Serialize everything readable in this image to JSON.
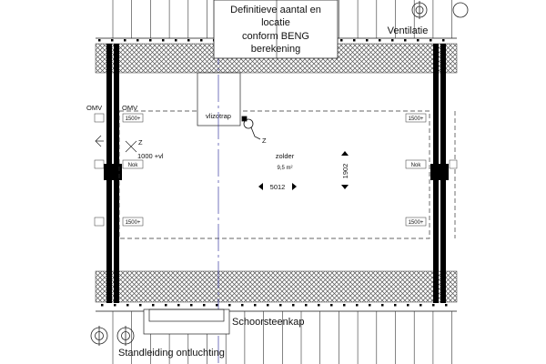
{
  "note": {
    "lines": [
      "Definitieve aantal en",
      "locatie",
      "conform BENG",
      "berekening"
    ]
  },
  "labels": {
    "ventilatie": "Ventilatie",
    "omv_left": "OMV",
    "omv_right": "OMV",
    "vlizotrap": "vlizotrap",
    "z_marker": "Z",
    "z_left": "Z",
    "height_note": "1000 +vl",
    "room_name": "zolder",
    "room_area": "9,5 m²",
    "dim_vertical": "1902",
    "dim_horizontal": "5012",
    "schoorsteenkap": "Schoorsteenkap",
    "standleiding": "Standleiding ontluchting"
  },
  "tags": {
    "height_1500": "1500+",
    "nok": "Nok"
  },
  "colors": {
    "line": "#111111",
    "axis": "#3a3aa0"
  }
}
